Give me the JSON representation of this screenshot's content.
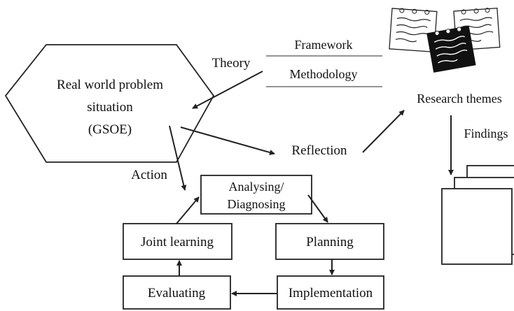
{
  "problem": {
    "line1": "Real world problem",
    "line2": "situation",
    "line3": "(GSOE)"
  },
  "labels": {
    "theory": "Theory",
    "framework": "Framework",
    "methodology": "Methodology",
    "research_themes": "Research themes",
    "findings": "Findings",
    "reflection": "Reflection",
    "action": "Action"
  },
  "cycle": {
    "analysing_line1": "Analysing/",
    "analysing_line2": "Diagnosing",
    "planning": "Planning",
    "implementation": "Implementation",
    "evaluating": "Evaluating",
    "joint_learning": "Joint learning"
  }
}
